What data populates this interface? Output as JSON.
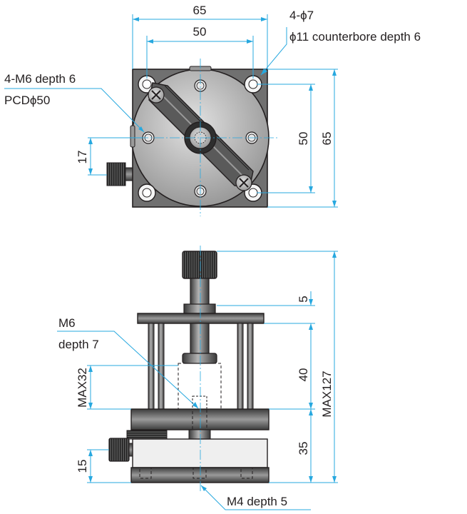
{
  "top_view": {
    "dim_width_outer": "65",
    "dim_width_pitch": "50",
    "dim_height_pitch": "50",
    "dim_height_outer": "65",
    "dim_knob_offset": "17",
    "note_holes_line1": "4-ϕ7",
    "note_holes_line2": "ϕ11 counterbore depth 6",
    "note_taps_line1": "4-M6 depth 6",
    "note_taps_line2": "PCDϕ50"
  },
  "side_view": {
    "dim_plate_thickness": "5",
    "dim_upper_height": "40",
    "dim_base_height": "35",
    "dim_total_height": "MAX127",
    "dim_travel": "MAX32",
    "dim_knob_height": "15",
    "note_center_tap_line1": "M6",
    "note_center_tap_line2": "depth 7",
    "note_base_tap": "M4 depth 5"
  },
  "colors": {
    "dimension_line": "#27a8df",
    "part_dark": "#4a4a4a",
    "part_mid": "#8a8a8a",
    "part_light": "#c8c8c8",
    "outline": "#231f20"
  }
}
